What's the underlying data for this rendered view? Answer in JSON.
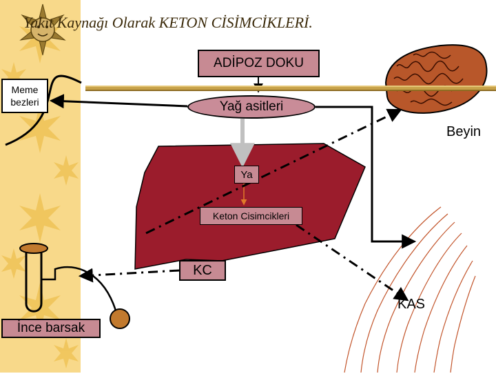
{
  "title": "Yakıt Kaynağı Olarak KETON CİSİMCİKLERİ.",
  "labels": {
    "adipoz": "ADİPOZ DOKU",
    "meme": "Meme bezleri",
    "yag": "Yağ asitleri",
    "beyin": "Beyin",
    "ya": "Ya",
    "keton": "Keton Cisimcikleri",
    "kc": "KC",
    "kas": "KAS",
    "ince": "İnce barsak"
  },
  "icons": [
    "sun-icon",
    "brain-icon",
    "muscle-icon",
    "intestine-icon"
  ],
  "colors": {
    "sidebar": "#f8d98a",
    "organ": "#9b1c2c",
    "box": "#c78a93",
    "brain": "#b8572a",
    "muscle_lines": "#c2542a",
    "intestine": "#c27a2e"
  }
}
